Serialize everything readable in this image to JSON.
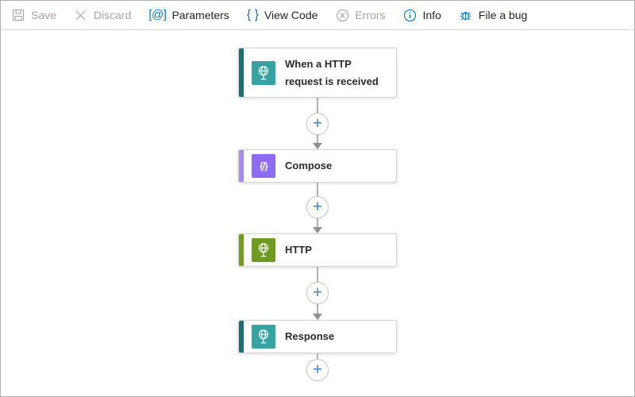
{
  "toolbar": {
    "items": [
      {
        "id": "save",
        "label": "Save",
        "icon": "save-icon",
        "disabled": true
      },
      {
        "id": "discard",
        "label": "Discard",
        "icon": "discard-icon",
        "disabled": true
      },
      {
        "id": "parameters",
        "label": "Parameters",
        "icon": "parameters-icon",
        "icon_glyph": "[@]",
        "disabled": false
      },
      {
        "id": "view_code",
        "label": "View Code",
        "icon": "code-braces-icon",
        "icon_glyph": "{ }",
        "disabled": false
      },
      {
        "id": "errors",
        "label": "Errors",
        "icon": "errors-icon",
        "disabled": true
      },
      {
        "id": "info",
        "label": "Info",
        "icon": "info-icon",
        "disabled": false
      },
      {
        "id": "file_a_bug",
        "label": "File a bug",
        "icon": "bug-icon",
        "disabled": false
      }
    ]
  },
  "workflow": {
    "add_symbol": "+",
    "nodes": [
      {
        "title": "When a HTTP request is received",
        "icon": "http-globe-icon",
        "accent_color": "#1d6e70",
        "icon_color": "#37a2a2"
      },
      {
        "title": "Compose",
        "icon": "code-braces-icon",
        "icon_glyph": "{/}",
        "accent_color": "#a78bf5",
        "icon_color": "#8b6cf2"
      },
      {
        "title": "HTTP",
        "icon": "http-globe-icon",
        "accent_color": "#6f9b22",
        "icon_color": "#6f9b22"
      },
      {
        "title": "Response",
        "icon": "http-globe-icon",
        "accent_color": "#1d6e70",
        "icon_color": "#37a2a2"
      }
    ]
  },
  "colors": {
    "toolbar_icon_blue": "#0078d4",
    "toolbar_disabled": "#a6a4a2",
    "connector_line": "#b0b0b0",
    "arrow_gray": "#909090",
    "plus_blue": "#4285d4",
    "card_border": "#d6d4d2"
  }
}
